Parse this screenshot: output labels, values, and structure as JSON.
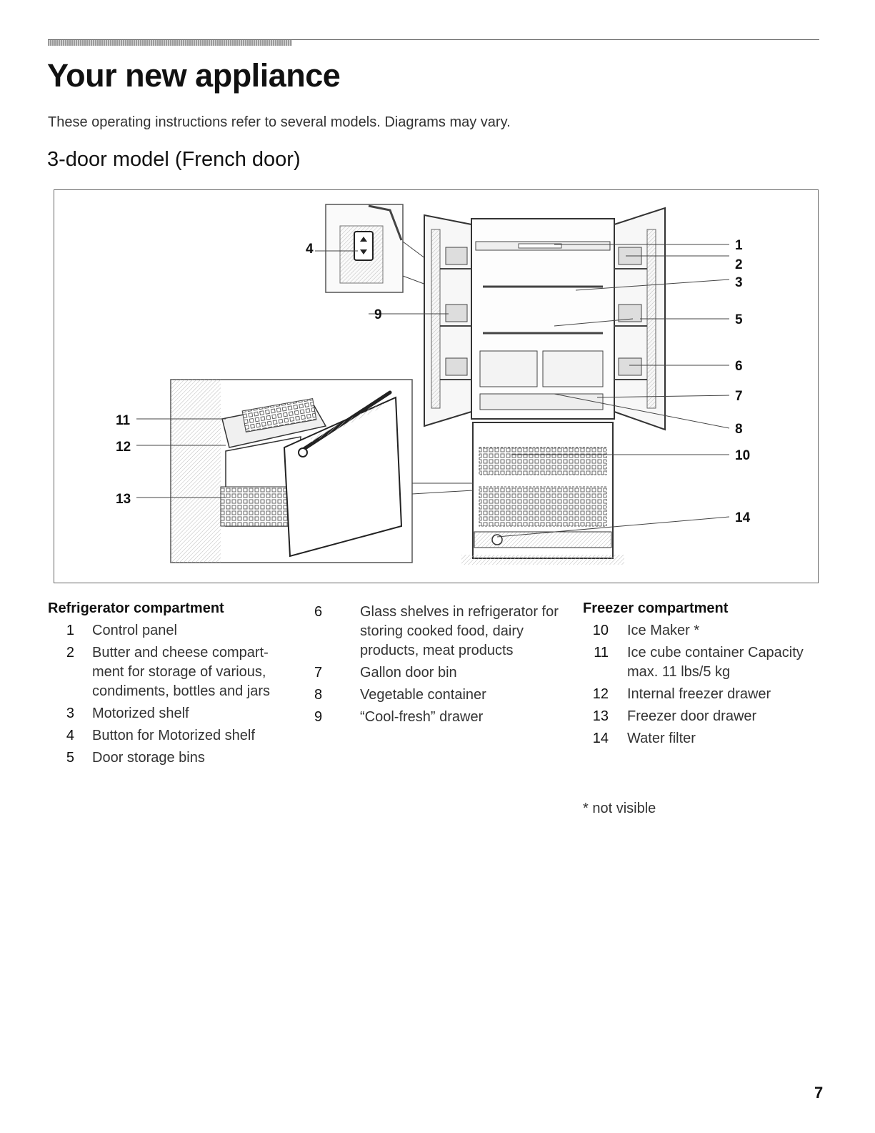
{
  "page": {
    "title": "Your new appliance",
    "intro": "These operating instructions refer to several models. Diagrams may vary.",
    "subtitle": "3-door model (French door)",
    "page_number": "7",
    "footnote": "* not visible"
  },
  "figure": {
    "callouts": [
      "1",
      "2",
      "3",
      "4",
      "5",
      "6",
      "7",
      "8",
      "9",
      "10",
      "11",
      "12",
      "13",
      "14"
    ]
  },
  "refrigerator": {
    "heading": "Refrigerator compartment",
    "items": [
      {
        "num": "1",
        "text": "Control panel"
      },
      {
        "num": "2",
        "text": "Butter and cheese compart-ment for storage of various, condiments, bottles and jars"
      },
      {
        "num": "3",
        "text": "Motorized shelf"
      },
      {
        "num": "4",
        "text": "Button for Motorized shelf"
      },
      {
        "num": "5",
        "text": "Door storage bins"
      }
    ]
  },
  "middle": {
    "items": [
      {
        "num": "6",
        "text": "Glass shelves in refrigerator for storing cooked food, dairy products, meat products"
      },
      {
        "num": "7",
        "text": "Gallon door bin"
      },
      {
        "num": "8",
        "text": "Vegetable container"
      },
      {
        "num": "9",
        "text": "“Cool-fresh” drawer"
      }
    ]
  },
  "freezer": {
    "heading": "Freezer compartment",
    "items": [
      {
        "num": "10",
        "text": "Ice Maker *"
      },
      {
        "num": "11",
        "text": "Ice cube container Capacity max. 11 lbs/5 kg"
      },
      {
        "num": "12",
        "text": "Internal freezer drawer"
      },
      {
        "num": "13",
        "text": "Freezer door drawer"
      },
      {
        "num": "14",
        "text": "Water filter"
      }
    ]
  }
}
